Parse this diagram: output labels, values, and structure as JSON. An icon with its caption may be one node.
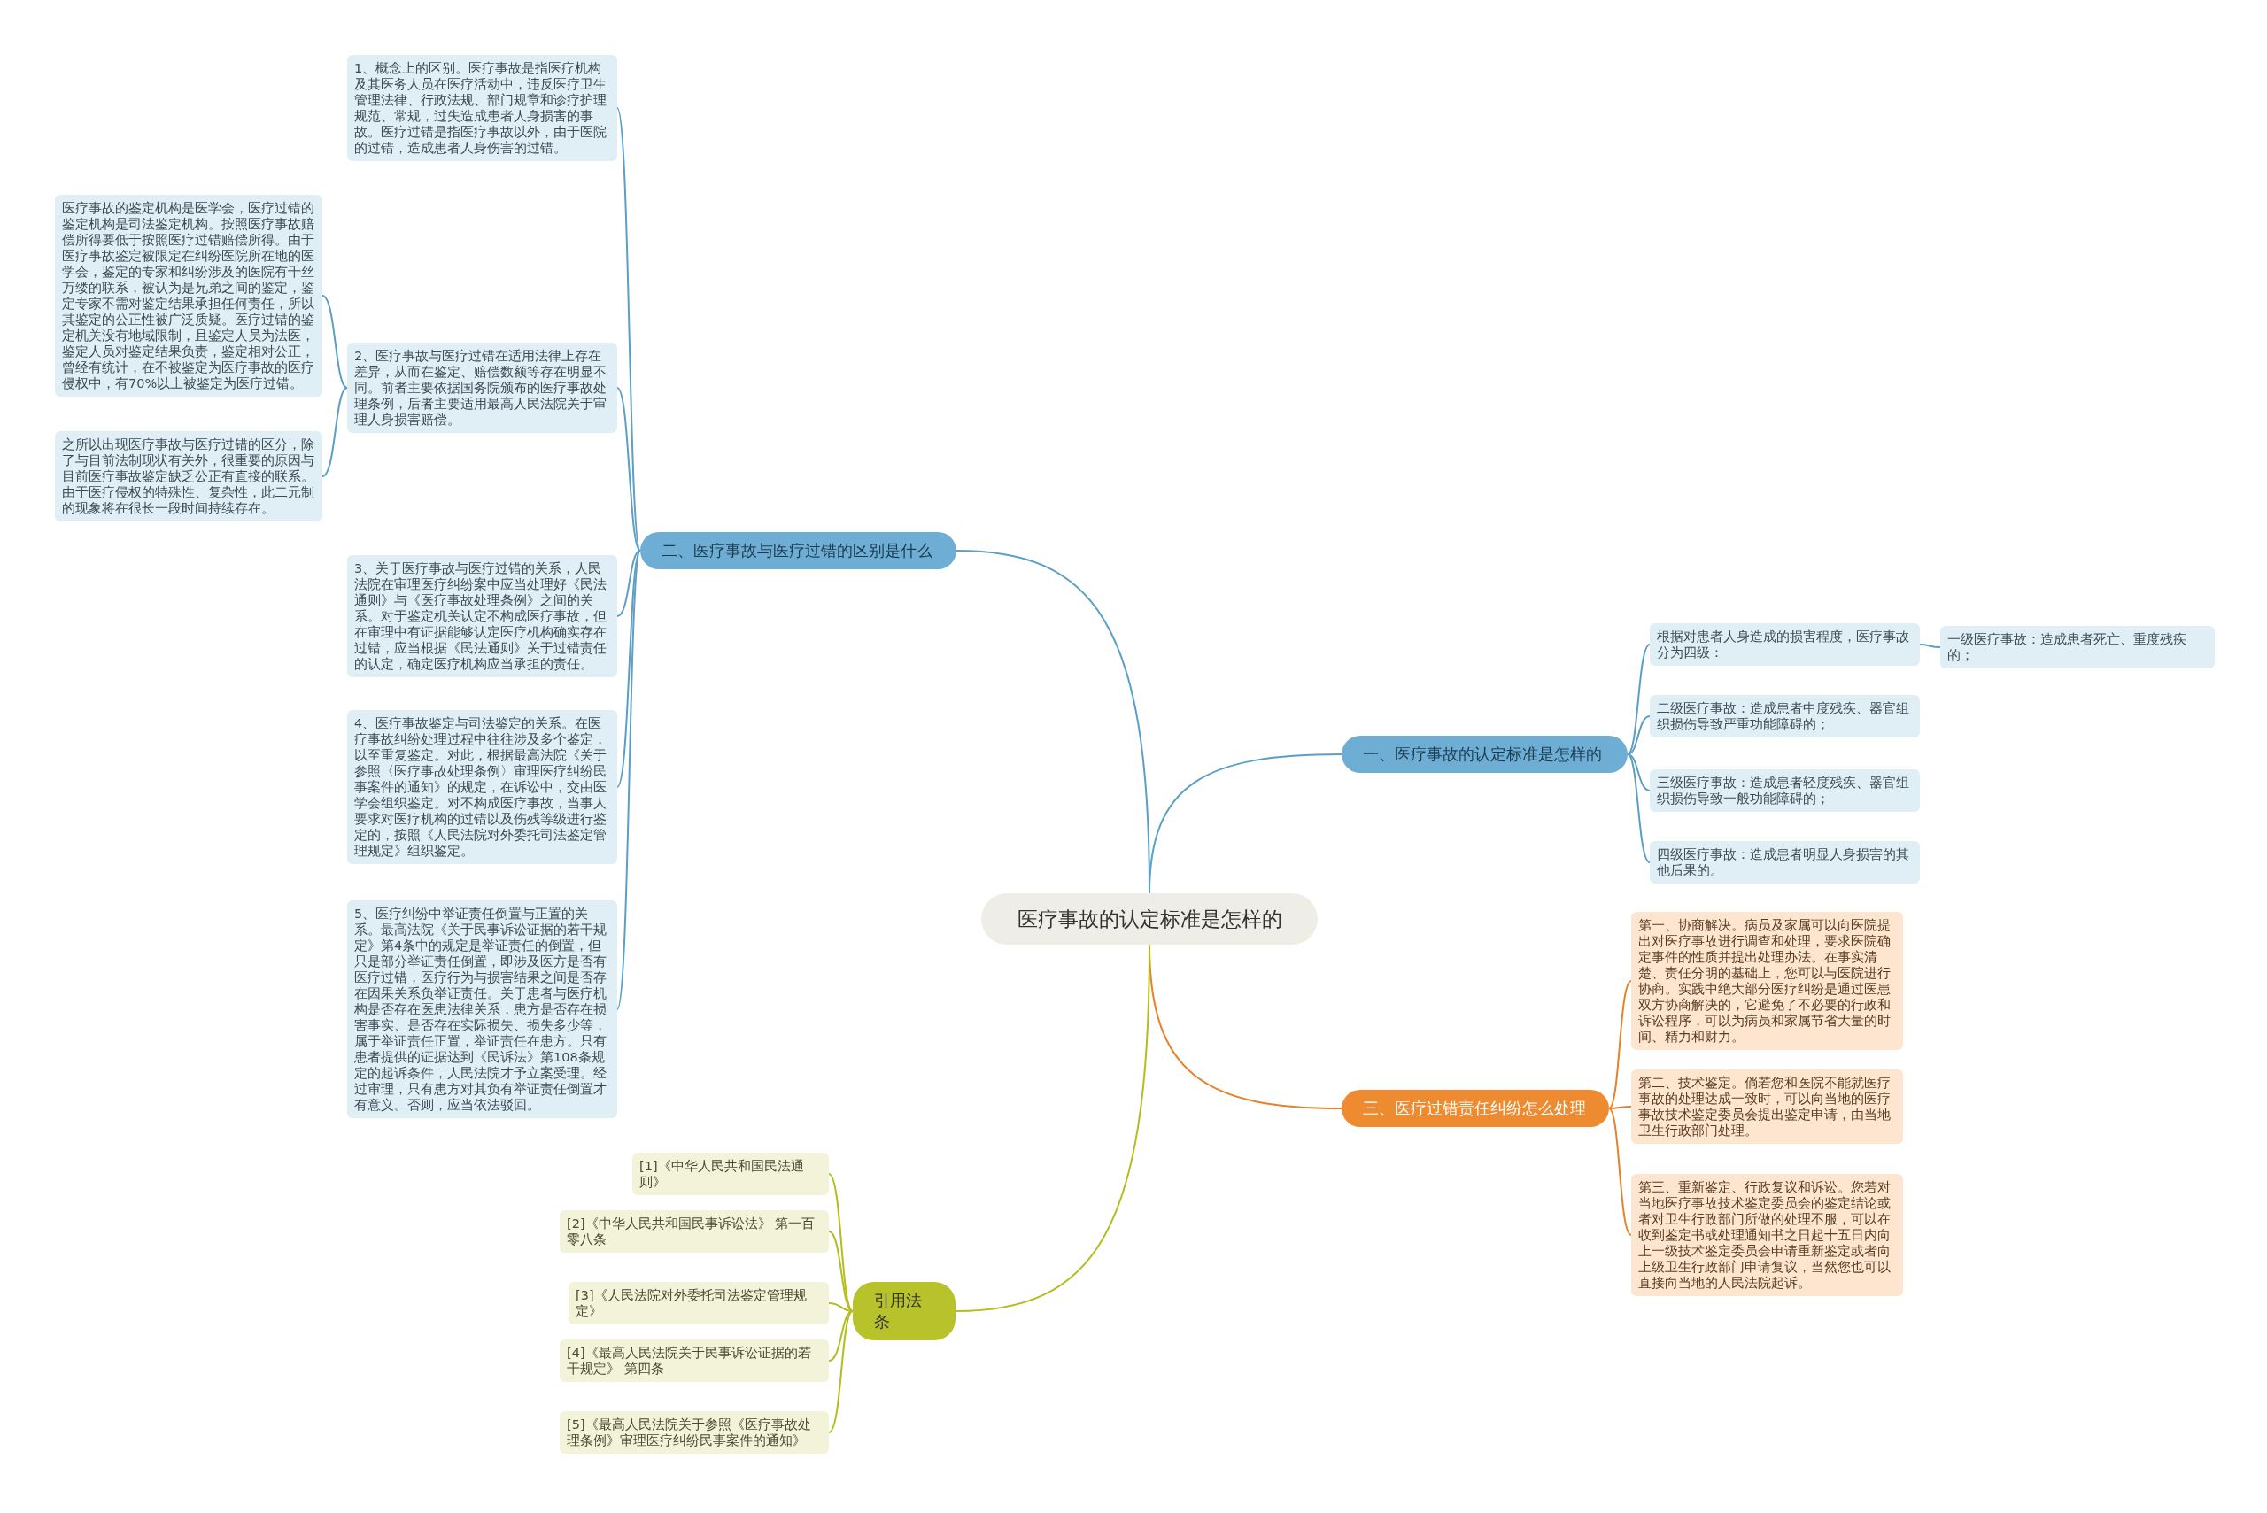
{
  "diagram": {
    "nodes": [
      {
        "text": [
          "医疗事故的认定标准是怎样的"
        ]
      },
      {
        "text": [
          "二、医疗事故与医疗过错的区别是什么"
        ]
      },
      {
        "text": [
          "1、概念上的区别。医疗事故是指医疗机构及其医务人员在医疗活动中，违反医疗卫生管理法律、行政法规、部门规章和诊疗护理规范、常规，过失造成患者人身损害的事故。医疗过错是指医疗事故以外，由于医院的过错，造成患者人身伤害的过错。"
        ]
      },
      {
        "text": [
          "2、医疗事故与医疗过错在适用法律上存在差异，从而在鉴定、赔偿数额等存在明显不同。前者主要依据国务院颁布的医疗事故处理条例，后者主要适用最高人民法院关于审理人身损害赔偿。"
        ]
      },
      {
        "text": [
          "医疗事故的鉴定机构是医学会，医疗过错的鉴定机构是司法鉴定机构。按照医疗事故赔偿所得要低于按照医疗过错赔偿所得。由于医疗事故鉴定被限定在纠纷医院所在地的医学会，鉴定的专家和纠纷涉及的医院有千丝万缕的联系，被认为是兄弟之间的鉴定，鉴定专家不需对鉴定结果承担任何责任，所以其鉴定的公正性被广泛质疑。医疗过错的鉴定机关没有地域限制，且鉴定人员为法医，鉴定人员对鉴定结果负责，鉴定相对公正，曾经有统计，在不被鉴定为医疗事故的医疗侵权中，有70%以上被鉴定为医疗过错。"
        ]
      },
      {
        "text": [
          "之所以出现医疗事故与医疗过错的区分，除了与目前法制现状有关外，很重要的原因与目前医疗事故鉴定缺乏公正有直接的联系。由于医疗侵权的特殊性、复杂性，此二元制的现象将在很长一段时间持续存在。"
        ]
      },
      {
        "text": [
          "3、关于医疗事故与医疗过错的关系，人民法院在审理医疗纠纷案中应当处理好《民法通则》与《医疗事故处理条例》之间的关系。对于鉴定机关认定不构成医疗事故，但在审理中有证据能够认定医疗机构确实存在过错，应当根据《民法通则》关于过错责任的认定，确定医疗机构应当承担的责任。"
        ]
      },
      {
        "text": [
          "4、医疗事故鉴定与司法鉴定的关系。在医疗事故纠纷处理过程中往往涉及多个鉴定，以至重复鉴定。对此，根据最高法院《关于参照〈医疗事故处理条例〉审理医疗纠纷民事案件的通知》的规定，在诉讼中，交由医学会组织鉴定。对不构成医疗事故，当事人要求对医疗机构的过错以及伤残等级进行鉴定的，按照《人民法院对外委托司法鉴定管理规定》组织鉴定。"
        ]
      },
      {
        "text": [
          "5、医疗纠纷中举证责任倒置与正置的关系。最高法院《关于民事诉讼证据的若干规定》第4条中的规定是举证责任的倒置，但只是部分举证责任倒置，即涉及医方是否有医疗过错，医疗行为与损害结果之间是否存在因果关系负举证责任。关于患者与医疗机构是否存在医患法律关系，患方是否存在损害事实、是否存在实际损失、损失多少等，属于举证责任正置，举证责任在患方。只有患者提供的证据达到《民诉法》第108条规定的起诉条件，人民法院才予立案受理。经过审理，只有患方对其负有举证责任倒置才有意义。否则，应当依法驳回。"
        ]
      },
      {
        "text": [
          "一、医疗事故的认定标准是怎样的"
        ]
      },
      {
        "text": [
          "根据对患者人身造成的损害程度，医疗事故分为四级："
        ]
      },
      {
        "text": [
          "一级医疗事故：造成患者死亡、重度残疾的；"
        ]
      },
      {
        "text": [
          "二级医疗事故：造成患者中度残疾、器官组织损伤导致严重功能障碍的；"
        ]
      },
      {
        "text": [
          "三级医疗事故：造成患者轻度残疾、器官组织损伤导致一般功能障碍的；"
        ]
      },
      {
        "text": [
          "四级医疗事故：造成患者明显人身损害的其他后果的。"
        ]
      },
      {
        "text": [
          "三、医疗过错责任纠纷怎么处理"
        ]
      },
      {
        "text": [
          "第一、协商解决。病员及家属可以向医院提出对医疗事故进行调查和处理，要求医院确定事件的性质并提出处理办法。在事实清楚、责任分明的基础上，您可以与医院进行协商。实践中绝大部分医疗纠纷是通过医患双方协商解决的，它避免了不必要的行政和诉讼程序，可以为病员和家属节省大量的时间、精力和财力。"
        ]
      },
      {
        "text": [
          "第二、技术鉴定。倘若您和医院不能就医疗事故的处理达成一致时，可以向当地的医疗事故技术鉴定委员会提出鉴定申请，由当地卫生行政部门处理。"
        ]
      },
      {
        "text": [
          "第三、重新鉴定、行政复议和诉讼。您若对当地医疗事故技术鉴定委员会的鉴定结论或者对卫生行政部门所做的处理不服，可以在收到鉴定书或处理通知书之日起十五日内向上一级技术鉴定委员会申请重新鉴定或者向上级卫生行政部门申请复议，当然您也可以直接向当地的人民法院起诉。"
        ]
      },
      {
        "text": [
          "引用法条"
        ]
      },
      {
        "text": [
          "[1]《中华人民共和国民法通则》"
        ]
      },
      {
        "text": [
          "[2]《中华人民共和国民事诉讼法》 第一百零八条"
        ]
      },
      {
        "text": [
          "[3]《人民法院对外委托司法鉴定管理规定》"
        ]
      },
      {
        "text": [
          "[4]《最高人民法院关于民事诉讼证据的若干规定》 第四条"
        ]
      },
      {
        "text": [
          "[5]《最高人民法院关于参照《医疗事故处理条例》审理医疗纠纷民事案件的通知》"
        ]
      }
    ],
    "edges": [
      {
        "from": 0,
        "to": 1,
        "arrow": "none"
      },
      {
        "from": 1,
        "to": 2,
        "arrow": "none"
      },
      {
        "from": 1,
        "to": 3,
        "arrow": "none"
      },
      {
        "from": 3,
        "to": 4,
        "arrow": "none"
      },
      {
        "from": 3,
        "to": 5,
        "arrow": "none"
      },
      {
        "from": 1,
        "to": 6,
        "arrow": "none"
      },
      {
        "from": 1,
        "to": 7,
        "arrow": "none"
      },
      {
        "from": 1,
        "to": 8,
        "arrow": "none"
      },
      {
        "from": 0,
        "to": 9,
        "arrow": "none"
      },
      {
        "from": 9,
        "to": 10,
        "arrow": "none"
      },
      {
        "from": 10,
        "to": 11,
        "arrow": "none"
      },
      {
        "from": 9,
        "to": 12,
        "arrow": "none"
      },
      {
        "from": 9,
        "to": 13,
        "arrow": "none"
      },
      {
        "from": 9,
        "to": 14,
        "arrow": "none"
      },
      {
        "from": 0,
        "to": 15,
        "arrow": "none",
        "color": "#e8822a"
      },
      {
        "from": 15,
        "to": 16,
        "arrow": "none",
        "color": "#e8822a"
      },
      {
        "from": 15,
        "to": 17,
        "arrow": "none",
        "color": "#e8822a"
      },
      {
        "from": 15,
        "to": 18,
        "arrow": "none",
        "color": "#e8822a"
      },
      {
        "from": 0,
        "to": 19,
        "arrow": "none",
        "color": "#b3bd1f"
      },
      {
        "from": 19,
        "to": 20,
        "arrow": "none",
        "color": "#b3bd1f"
      },
      {
        "from": 19,
        "to": 21,
        "arrow": "none",
        "color": "#b3bd1f"
      },
      {
        "from": 19,
        "to": 22,
        "arrow": "none",
        "color": "#b3bd1f"
      },
      {
        "from": 19,
        "to": 23,
        "arrow": "none",
        "color": "#b3bd1f"
      },
      {
        "from": 19,
        "to": 24,
        "arrow": "none",
        "color": "#b3bd1f"
      }
    ]
  }
}
